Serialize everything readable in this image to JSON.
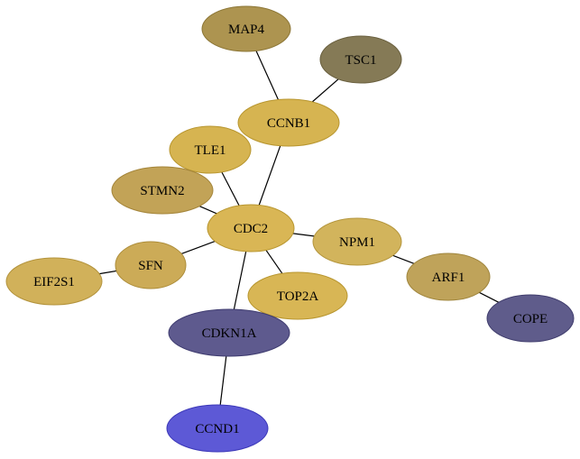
{
  "nodes": [
    {
      "id": "MAP4",
      "label": "MAP4",
      "fill": "#ad9450",
      "stroke": "#8c7636"
    },
    {
      "id": "TSC1",
      "label": "TSC1",
      "fill": "#857a56",
      "stroke": "#6a603f"
    },
    {
      "id": "CCNB1",
      "label": "CCNB1",
      "fill": "#d6b451",
      "stroke": "#b8962f"
    },
    {
      "id": "TLE1",
      "label": "TLE1",
      "fill": "#d6b451",
      "stroke": "#b8962f"
    },
    {
      "id": "STMN2",
      "label": "STMN2",
      "fill": "#c2a357",
      "stroke": "#a4853a"
    },
    {
      "id": "CDC2",
      "label": "CDC2",
      "fill": "#d9b655",
      "stroke": "#b8962f"
    },
    {
      "id": "NPM1",
      "label": "NPM1",
      "fill": "#d2b45c",
      "stroke": "#b4953c"
    },
    {
      "id": "SFN",
      "label": "SFN",
      "fill": "#ccab57",
      "stroke": "#ad8d3a"
    },
    {
      "id": "EIF2S1",
      "label": "EIF2S1",
      "fill": "#d1b15a",
      "stroke": "#b3933c"
    },
    {
      "id": "TOP2A",
      "label": "TOP2A",
      "fill": "#d8b655",
      "stroke": "#b8962f"
    },
    {
      "id": "ARF1",
      "label": "ARF1",
      "fill": "#bfa35a",
      "stroke": "#a0863e"
    },
    {
      "id": "CDKN1A",
      "label": "CDKN1A",
      "fill": "#5e5a8e",
      "stroke": "#3f3c70"
    },
    {
      "id": "COPE",
      "label": "COPE",
      "fill": "#5f5c8b",
      "stroke": "#403d6d"
    },
    {
      "id": "CCND1",
      "label": "CCND1",
      "fill": "#5d59d6",
      "stroke": "#3c38b8"
    }
  ],
  "edges": [
    [
      "MAP4",
      "CCNB1"
    ],
    [
      "TSC1",
      "CCNB1"
    ],
    [
      "CCNB1",
      "CDC2"
    ],
    [
      "TLE1",
      "CDC2"
    ],
    [
      "STMN2",
      "CDC2"
    ],
    [
      "SFN",
      "CDC2"
    ],
    [
      "EIF2S1",
      "SFN"
    ],
    [
      "CDC2",
      "NPM1"
    ],
    [
      "CDC2",
      "TOP2A"
    ],
    [
      "CDC2",
      "CDKN1A"
    ],
    [
      "NPM1",
      "ARF1"
    ],
    [
      "ARF1",
      "COPE"
    ],
    [
      "CDKN1A",
      "CCND1"
    ]
  ]
}
